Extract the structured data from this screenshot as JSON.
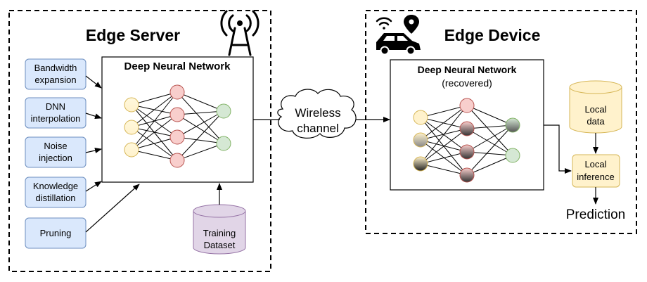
{
  "server": {
    "title": "Edge Server",
    "techniques": [
      "Bandwidth",
      "expansion",
      "DNN",
      "interpolation",
      "Noise",
      "injection",
      "Knowledge",
      "distillation",
      "Pruning"
    ],
    "dnn_title": "Deep Neural Network",
    "dataset": [
      "Training",
      "Dataset"
    ]
  },
  "channel": [
    "Wireless",
    "channel"
  ],
  "device": {
    "title": "Edge Device",
    "dnn_title": "Deep Neural Network",
    "dnn_subtitle": "(recovered)",
    "local_data": [
      "Local",
      "data"
    ],
    "local_inference": [
      "Local",
      "inference"
    ],
    "prediction": "Prediction"
  },
  "colors": {
    "technique_fill": "#dae8fc",
    "technique_stroke": "#6c8ebf",
    "yellow_fill": "#fff2cc",
    "yellow_stroke": "#d6b656",
    "red_fill": "#f8cecc",
    "red_stroke": "#b85450",
    "green_fill": "#d5e8d4",
    "green_stroke": "#82b366",
    "dataset_fill": "#e1d5e7",
    "dataset_stroke": "#9673a6"
  },
  "icons": [
    "antenna-icon",
    "car-icon",
    "wifi-icon",
    "location-pin-icon"
  ]
}
